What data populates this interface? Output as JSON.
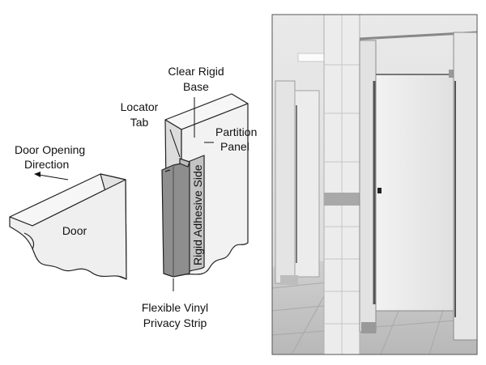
{
  "diagram": {
    "labels": {
      "clear_rigid_base_1": "Clear Rigid",
      "clear_rigid_base_2": "Base",
      "locator_tab_1": "Locator",
      "locator_tab_2": "Tab",
      "door_opening_1": "Door Opening",
      "door_opening_2": "Direction",
      "partition_panel_1": "Partition",
      "partition_panel_2": "Panel",
      "rigid_adhesive_side": "Rigid Adhesive Side",
      "door": "Door",
      "flexible_vinyl_1": "Flexible Vinyl",
      "flexible_vinyl_2": "Privacy Strip"
    }
  },
  "colors": {
    "outline": "#222222",
    "panel_face": "#f4f4f4",
    "panel_side": "#dcdcdc",
    "vinyl_strip": "#9a9a9a",
    "adhesive_side": "#b5b5b5",
    "photo_wall": "#e6e6e6",
    "photo_stall": "#efefef",
    "photo_floor": "#c9c9c9"
  }
}
